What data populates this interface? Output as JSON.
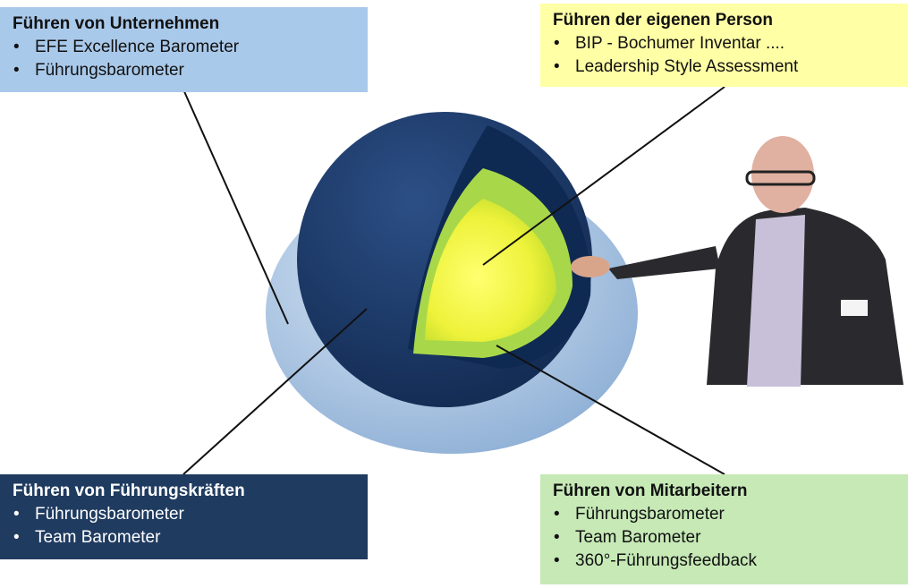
{
  "boxes": {
    "companies": {
      "title": "Führen von Unternehmen",
      "items": [
        "EFE Excellence Barometer",
        "Führungsbarometer"
      ]
    },
    "self": {
      "title": "Führen der eigenen Person",
      "items": [
        "BIP - Bochumer Inventar ....",
        "Leadership Style Assessment"
      ]
    },
    "leaders": {
      "title": "Führen von Führungskräften",
      "items": [
        "Führungsbarometer",
        "Team Barometer"
      ]
    },
    "employees": {
      "title": "Führen von Mitarbeitern",
      "items": [
        "Führungsbarometer",
        "Team Barometer",
        "360°-Führungsfeedback"
      ]
    }
  },
  "colors": {
    "companies": "#a9c9ea",
    "self": "#ffffa6",
    "leaders": "#1f3b60",
    "employees": "#c6e9b6"
  }
}
